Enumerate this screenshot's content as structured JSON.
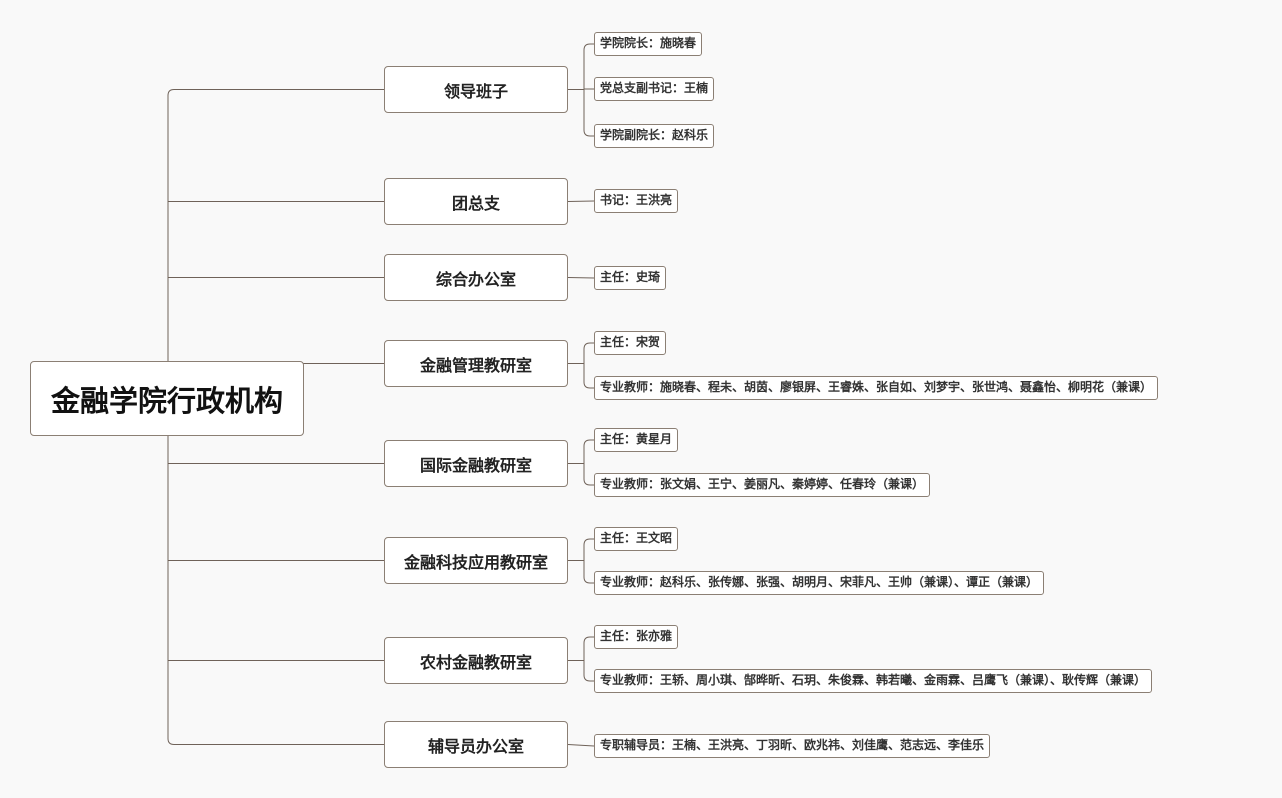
{
  "root": "金融学院行政机构",
  "branches": [
    {
      "label": "领导班子",
      "leaves": [
        "学院院长：施晓春",
        "党总支副书记：王楠",
        "学院副院长：赵科乐"
      ]
    },
    {
      "label": "团总支",
      "leaves": [
        "书记：王洪亮"
      ]
    },
    {
      "label": "综合办公室",
      "leaves": [
        "主任：史琦"
      ]
    },
    {
      "label": "金融管理教研室",
      "leaves": [
        "主任：宋贺",
        "专业教师：施晓春、程未、胡茵、廖银屏、王睿姝、张自如、刘梦宇、张世鸿、聂鑫怡、柳明花（兼课）"
      ]
    },
    {
      "label": "国际金融教研室",
      "leaves": [
        "主任：黄星月",
        "专业教师：张文娟、王宁、姜丽凡、秦婷婷、任春玲（兼课）"
      ]
    },
    {
      "label": "金融科技应用教研室",
      "leaves": [
        "主任：王文昭",
        "专业教师：赵科乐、张传娜、张强、胡明月、宋菲凡、王帅（兼课）、谭正（兼课）"
      ]
    },
    {
      "label": "农村金融教研室",
      "leaves": [
        "主任：张亦雅",
        "专业教师：王轿、周小琪、郜晔昕、石玥、朱俊霖、韩若曦、金雨霖、吕鹰飞（兼课）、耿传辉（兼课）"
      ]
    },
    {
      "label": "辅导员办公室",
      "leaves": [
        "专职辅导员：王楠、王洪亮、丁羽昕、欧兆祎、刘佳鹰、范志远、李佳乐"
      ]
    }
  ]
}
